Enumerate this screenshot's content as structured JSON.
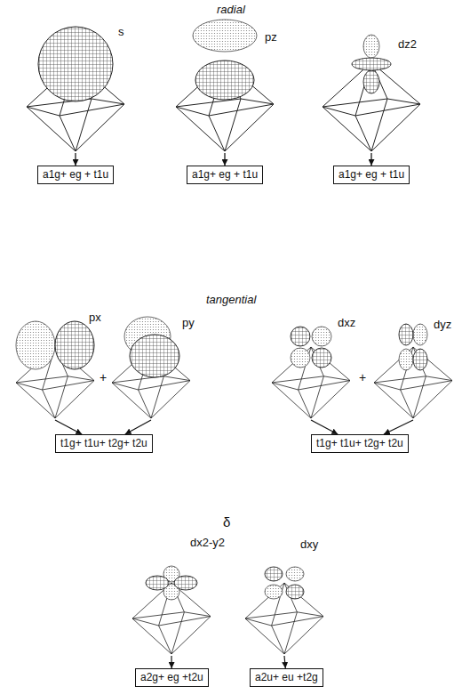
{
  "diagram": {
    "nodes": [
      {
        "text": [
          "s"
        ]
      },
      {
        "text": [
          "pz"
        ]
      },
      {
        "text": [
          "dz2"
        ]
      },
      {
        "text": [
          "a1g+ eg + t1u"
        ]
      },
      {
        "text": [
          "a1g+ eg + t1u"
        ]
      },
      {
        "text": [
          "a1g+ eg + t1u"
        ]
      },
      {
        "text": [
          "px"
        ]
      },
      {
        "text": [
          "py"
        ]
      },
      {
        "text": [
          "dxz"
        ]
      },
      {
        "text": [
          "dyz"
        ]
      },
      {
        "text": [
          "t1g+ t1u+ t2g+ t2u"
        ]
      },
      {
        "text": [
          "t1g+ t1u+ t2g+ t2u"
        ]
      },
      {
        "text": [
          "dx2-y2"
        ]
      },
      {
        "text": [
          "dxy"
        ]
      },
      {
        "text": [
          "a2g+ eg +t2u"
        ]
      },
      {
        "text": [
          "a2u+ eu +t2g"
        ]
      }
    ],
    "edges": [
      {
        "from": 0,
        "to": 3,
        "arrow": "to"
      },
      {
        "from": 1,
        "to": 4,
        "arrow": "to"
      },
      {
        "from": 2,
        "to": 5,
        "arrow": "to"
      },
      {
        "from": 6,
        "to": 10,
        "arrow": "to"
      },
      {
        "from": 7,
        "to": 10,
        "arrow": "to"
      },
      {
        "from": 8,
        "to": 11,
        "arrow": "to"
      },
      {
        "from": 9,
        "to": 11,
        "arrow": "to"
      },
      {
        "from": 12,
        "to": 14,
        "arrow": "to"
      },
      {
        "from": 13,
        "to": 15,
        "arrow": "to"
      }
    ],
    "labels": [
      "radial",
      "tangential",
      "+",
      "+",
      "δ"
    ]
  }
}
